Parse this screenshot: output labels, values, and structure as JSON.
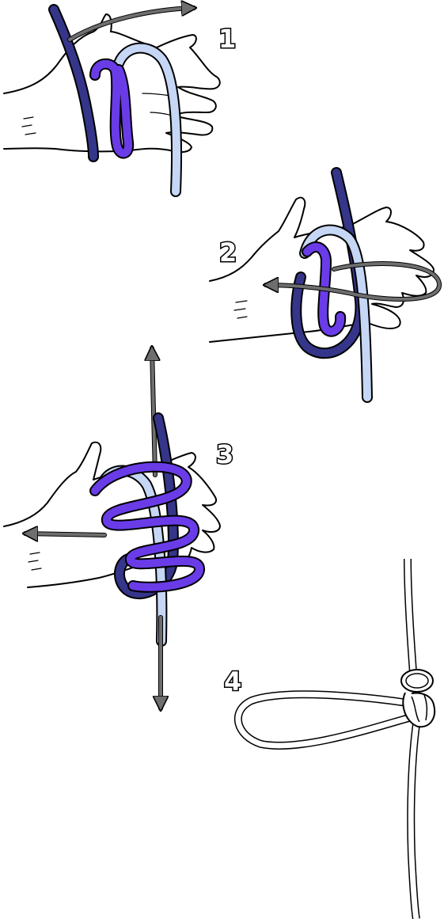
{
  "steps": [
    {
      "number": "1"
    },
    {
      "number": "2"
    },
    {
      "number": "3"
    },
    {
      "number": "4"
    }
  ],
  "colors": {
    "rope_dark": "#35358a",
    "rope_mid": "#6a3ce8",
    "rope_light": "#c6d6f5",
    "arrow": "#6e6e6e",
    "outline": "#000000",
    "background": "#ffffff"
  }
}
